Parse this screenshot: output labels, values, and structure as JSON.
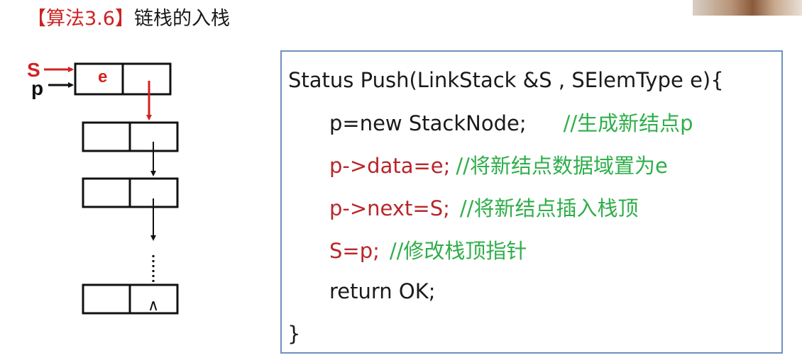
{
  "title": {
    "bracketed": "【算法3.6】",
    "text": "链栈的入栈"
  },
  "diagram": {
    "label_s": "S",
    "label_p": "p",
    "new_node_data": "e",
    "null_symbol": "∧"
  },
  "code": {
    "line1": "Status Push(LinkStack &S , SElemType e){",
    "line2_code": "p=new StackNode;",
    "line2_comment": "//生成新结点p",
    "line3_code": "p->data=e;",
    "line3_comment": "//将新结点数据域置为e",
    "line4_code": "p->next=S;",
    "line4_comment": "//将新结点插入栈顶",
    "line5_code": "S=p;",
    "line5_comment": "//修改栈顶指针",
    "line6": "return OK;",
    "line7": "}"
  },
  "colors": {
    "title_red": "#cc2222",
    "code_red": "#b8262a",
    "comment_green": "#2fae4a",
    "box_border": "#6f8fbf"
  }
}
